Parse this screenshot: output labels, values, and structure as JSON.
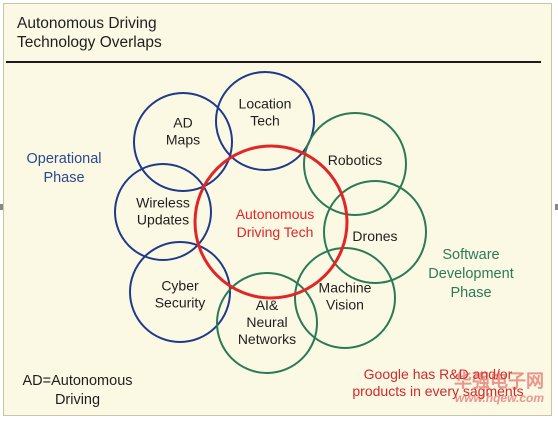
{
  "title": {
    "line1": "Autonomous Driving",
    "line2": "Technology Overlaps"
  },
  "center": {
    "line1": "Autonomous",
    "line2": "Driving Tech",
    "color": "#e02626"
  },
  "left_label": {
    "line1": "Operational",
    "line2": "Phase",
    "color": "#2b4a8e"
  },
  "right_label": {
    "line1": "Software",
    "line2": "Development",
    "line3": "Phase",
    "color": "#2e7a58"
  },
  "footnote": {
    "line1": "AD=Autonomous",
    "line2": "Driving"
  },
  "google_note": {
    "line1": "Google has R&D and/or",
    "line2": "products in every sagments"
  },
  "watermark": {
    "brand": "华强电子网",
    "url": "www.hqew.com"
  },
  "segments": [
    {
      "name": "ad-maps",
      "lines": [
        "AD",
        "Maps"
      ],
      "group": "operational"
    },
    {
      "name": "location-tech",
      "lines": [
        "Location",
        "Tech"
      ],
      "group": "operational"
    },
    {
      "name": "wireless-updates",
      "lines": [
        "Wireless",
        "Updates"
      ],
      "group": "operational"
    },
    {
      "name": "cyber-security",
      "lines": [
        "Cyber",
        "Security"
      ],
      "group": "operational"
    },
    {
      "name": "ai-neural-networks",
      "lines": [
        "AI&",
        "Neural",
        "Networks"
      ],
      "group": "software"
    },
    {
      "name": "machine-vision",
      "lines": [
        "Machine",
        "Vision"
      ],
      "group": "software"
    },
    {
      "name": "drones",
      "lines": [
        "Drones"
      ],
      "group": "software"
    },
    {
      "name": "robotics",
      "lines": [
        "Robotics"
      ],
      "group": "software"
    }
  ],
  "colors": {
    "operational": "#1f3a8a",
    "software": "#2a7a55",
    "center": "#e02626"
  }
}
